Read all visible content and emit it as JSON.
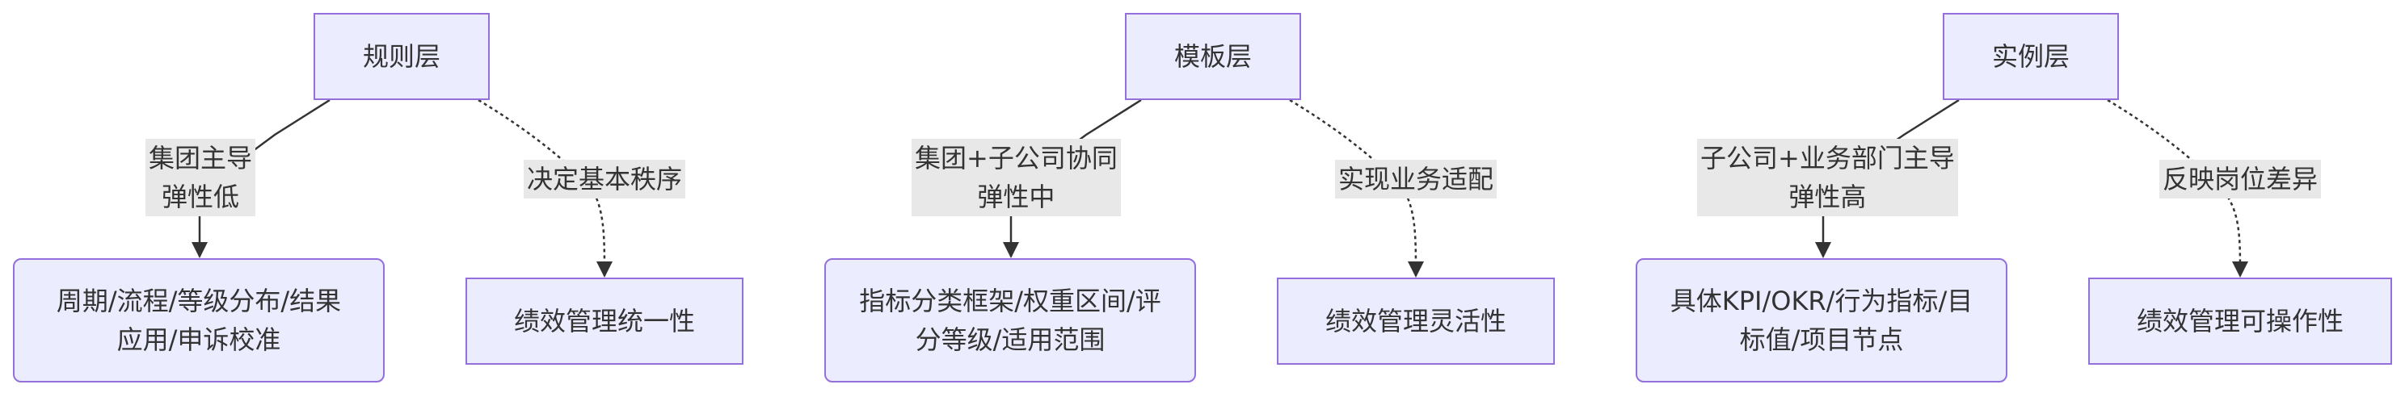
{
  "diagram": {
    "type": "flowchart",
    "groups": [
      {
        "top": "规则层",
        "left_edge": [
          "集团主导",
          "弹性低"
        ],
        "left_target": [
          "周期/流程/等级分布/结果",
          "应用/申诉校准"
        ],
        "right_edge": "决定基本秩序",
        "right_target": "绩效管理统一性"
      },
      {
        "top": "模板层",
        "left_edge": [
          "集团+子公司协同",
          "弹性中"
        ],
        "left_target": [
          "指标分类框架/权重区间/评",
          "分等级/适用范围"
        ],
        "right_edge": "实现业务适配",
        "right_target": "绩效管理灵活性"
      },
      {
        "top": "实例层",
        "left_edge": [
          "子公司+业务部门主导",
          "弹性高"
        ],
        "left_target": [
          "具体KPI/OKR/行为指标/目",
          "标值/项目节点"
        ],
        "right_edge": "反映岗位差异",
        "right_target": "绩效管理可操作性"
      }
    ],
    "colors": {
      "node_fill": "#ececff",
      "node_border": "#9370db",
      "edge": "#333333",
      "edge_label_bg": "#e8e8e8",
      "text": "#333333"
    }
  }
}
